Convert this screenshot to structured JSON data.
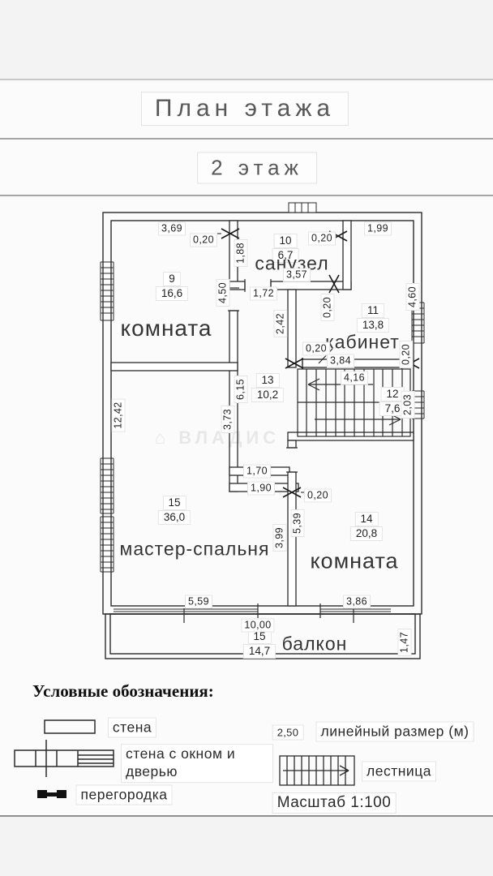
{
  "titles": {
    "plan": "План этажа",
    "floor": "2 этаж"
  },
  "watermark": "⌂ ВЛАДИС",
  "plan": {
    "rooms": {
      "r9": {
        "num": "9",
        "area": "16,6",
        "name": "комната"
      },
      "r10": {
        "num": "10",
        "area": "6,7",
        "name": "санузел"
      },
      "r11": {
        "num": "11",
        "area": "13,8",
        "name": "кабинет"
      },
      "r12": {
        "num": "12",
        "area": "7,6"
      },
      "r13": {
        "num": "13",
        "area": "10,2"
      },
      "r14": {
        "num": "14",
        "area": "20,8",
        "name": "комната"
      },
      "r15": {
        "num": "15",
        "area": "36,0",
        "name": "мастер-спальня"
      },
      "balcony": {
        "num": "15",
        "area": "14,7",
        "name": "балкон"
      }
    },
    "dims": {
      "room9_top": "3,69",
      "wall_t1": "0,20",
      "san_left": "1,88",
      "wall_t2": "0,20",
      "top_right": "1,99",
      "san_width": "3,57",
      "room9_right": "4,50",
      "san_door": "1,72",
      "kab_left_up": "2,42",
      "wall_t3": "0,20",
      "right_up": "4,60",
      "wall_t4": "0,20",
      "wall_t5": "0,20",
      "kab_width": "3,84",
      "stairs_width": "4,16",
      "hall_height": "6,15",
      "r12_height": "2,03",
      "hall_left": "3,73",
      "left_side": "12,42",
      "hall_w1": "1,70",
      "hall_w2": "1,90",
      "wall_t6": "0,20",
      "r14_left": "5,39",
      "master_right": "3,99",
      "master_width": "5,59",
      "r14_width": "3,86",
      "balcony_width": "10,00",
      "balcony_depth": "1,47"
    }
  },
  "legend": {
    "heading": "Условные обозначения:",
    "wall": "стена",
    "wall_window_door": "стена с окном и дверью",
    "partition": "перегородка",
    "linear_value": "2,50",
    "linear_label": "линейный размер (м)",
    "stairs_label": "лестница",
    "scale": "Масштаб 1:100"
  }
}
